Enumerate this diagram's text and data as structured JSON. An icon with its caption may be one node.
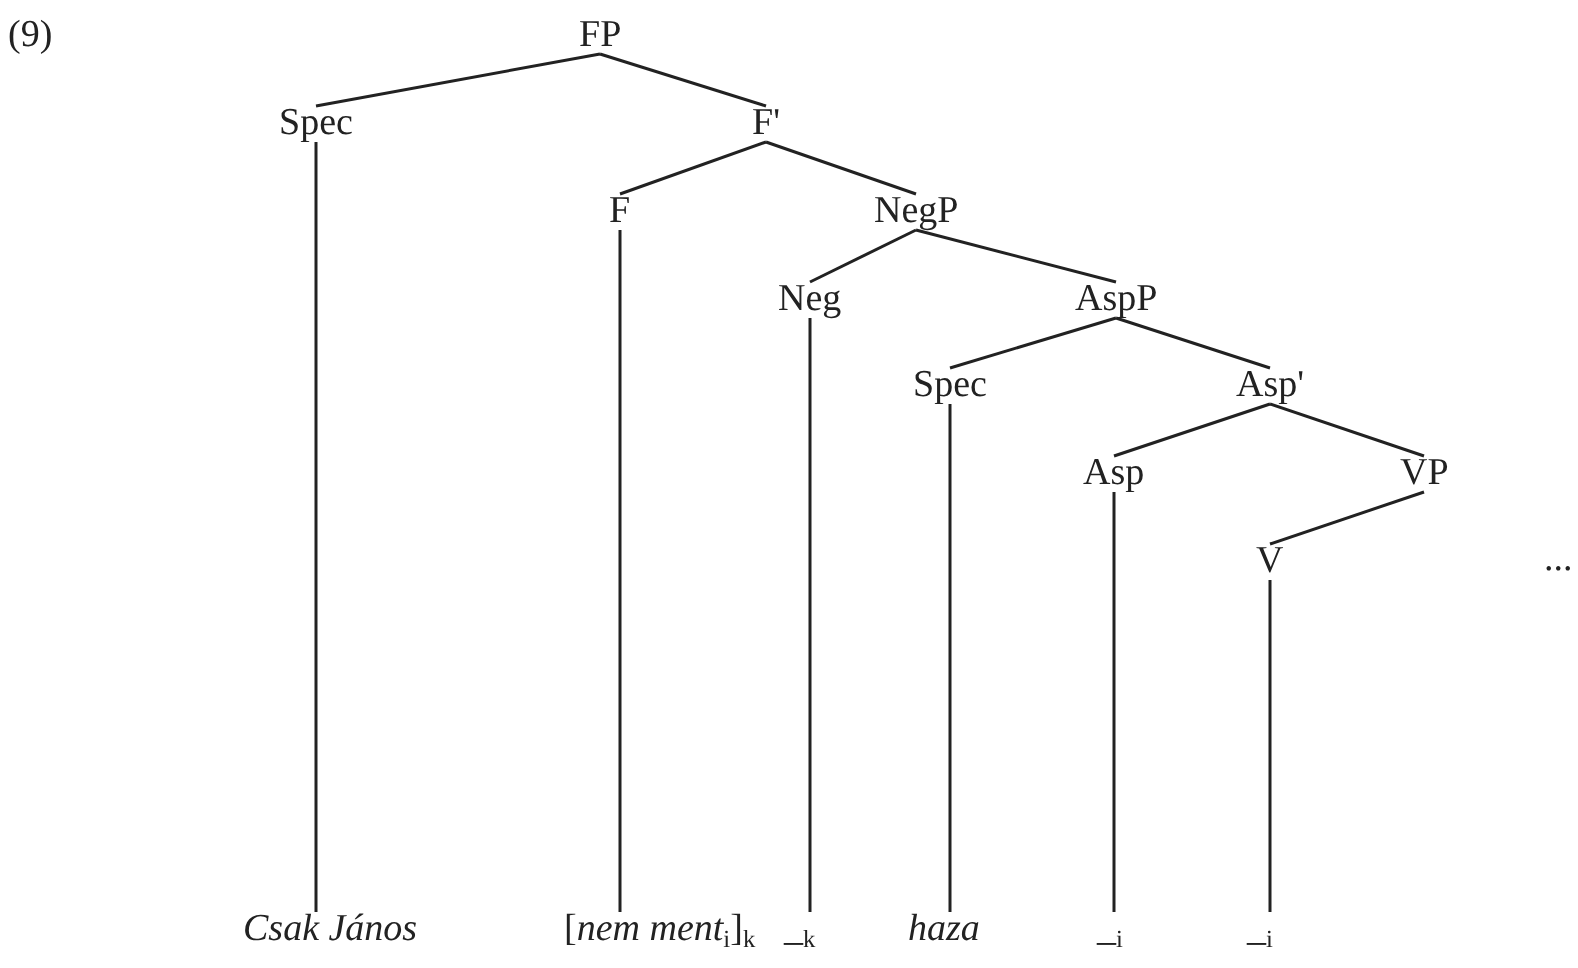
{
  "diagram": {
    "nodes": [
      {
        "text": [
          "FP"
        ]
      },
      {
        "text": [
          "Spec"
        ]
      },
      {
        "text": [
          "F'"
        ]
      },
      {
        "text": [
          "F"
        ]
      },
      {
        "text": [
          "NegP"
        ]
      },
      {
        "text": [
          "Neg"
        ]
      },
      {
        "text": [
          "AspP"
        ]
      },
      {
        "text": [
          "Spec"
        ]
      },
      {
        "text": [
          "Asp'"
        ]
      },
      {
        "text": [
          "Asp"
        ]
      },
      {
        "text": [
          "VP"
        ]
      },
      {
        "text": [
          "V"
        ]
      },
      {
        "text": [
          "*Csak János*"
        ]
      },
      {
        "text": [
          "[*nem ment*$_{i}$]$_{k}$"
        ]
      },
      {
        "text": [
          "_$_{k}$"
        ]
      },
      {
        "text": [
          "*haza*"
        ]
      },
      {
        "text": [
          "_$_{i}$"
        ]
      },
      {
        "text": [
          "_$_{i}$"
        ]
      }
    ],
    "edges": [
      {
        "from": 0,
        "to": 1,
        "arrow": "none"
      },
      {
        "from": 0,
        "to": 2,
        "arrow": "none"
      },
      {
        "from": 2,
        "to": 3,
        "arrow": "none"
      },
      {
        "from": 2,
        "to": 4,
        "arrow": "none"
      },
      {
        "from": 4,
        "to": 5,
        "arrow": "none"
      },
      {
        "from": 4,
        "to": 6,
        "arrow": "none"
      },
      {
        "from": 6,
        "to": 7,
        "arrow": "none"
      },
      {
        "from": 6,
        "to": 8,
        "arrow": "none"
      },
      {
        "from": 8,
        "to": 9,
        "arrow": "none"
      },
      {
        "from": 8,
        "to": 10,
        "arrow": "none"
      },
      {
        "from": 10,
        "to": 11,
        "arrow": "none"
      },
      {
        "from": 1,
        "to": 12,
        "arrow": "none"
      },
      {
        "from": 3,
        "to": 13,
        "arrow": "none"
      },
      {
        "from": 5,
        "to": 14,
        "arrow": "none"
      },
      {
        "from": 7,
        "to": 15,
        "arrow": "none"
      },
      {
        "from": 9,
        "to": 16,
        "arrow": "none"
      },
      {
        "from": 11,
        "to": 17,
        "arrow": "none"
      }
    ],
    "labels": [
      "(9)",
      "..."
    ]
  }
}
